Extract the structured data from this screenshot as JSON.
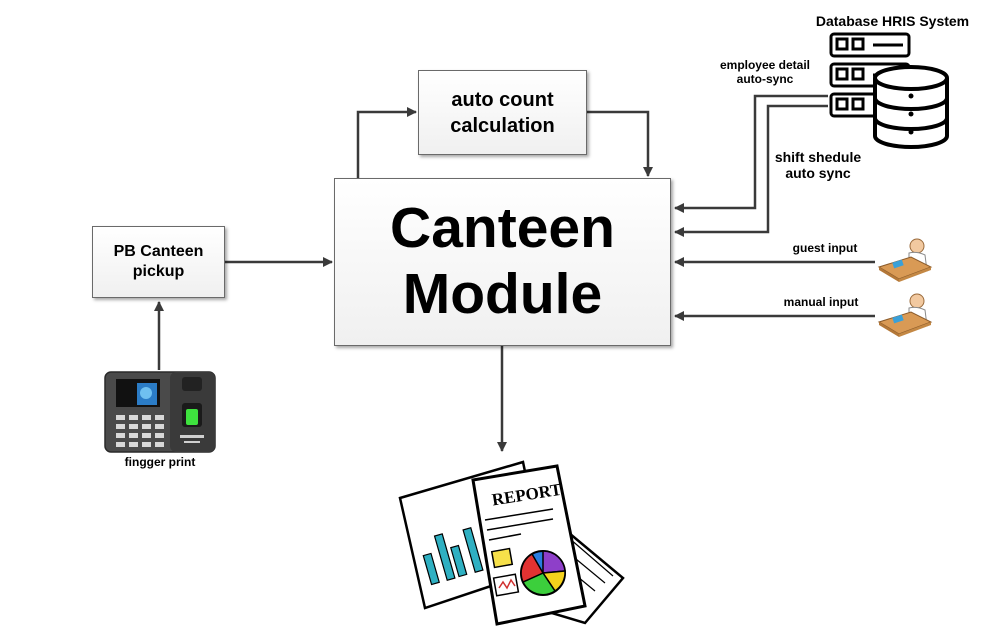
{
  "diagram": {
    "db_title": "Database HRIS System",
    "employee_sync_line1": "employee detail",
    "employee_sync_line2": "auto-sync",
    "shift_sync_line1": "shift shedule",
    "shift_sync_line2": "auto sync",
    "auto_count_line1": "auto count",
    "auto_count_line2": "calculation",
    "module_line1": "Canteen",
    "module_line2": "Module",
    "pickup_line1": "PB Canteen",
    "pickup_line2": "pickup",
    "guest_input": "guest input",
    "manual_input": "manual input",
    "fingerprint_label": "fingger print",
    "report_label": "REPORT"
  }
}
